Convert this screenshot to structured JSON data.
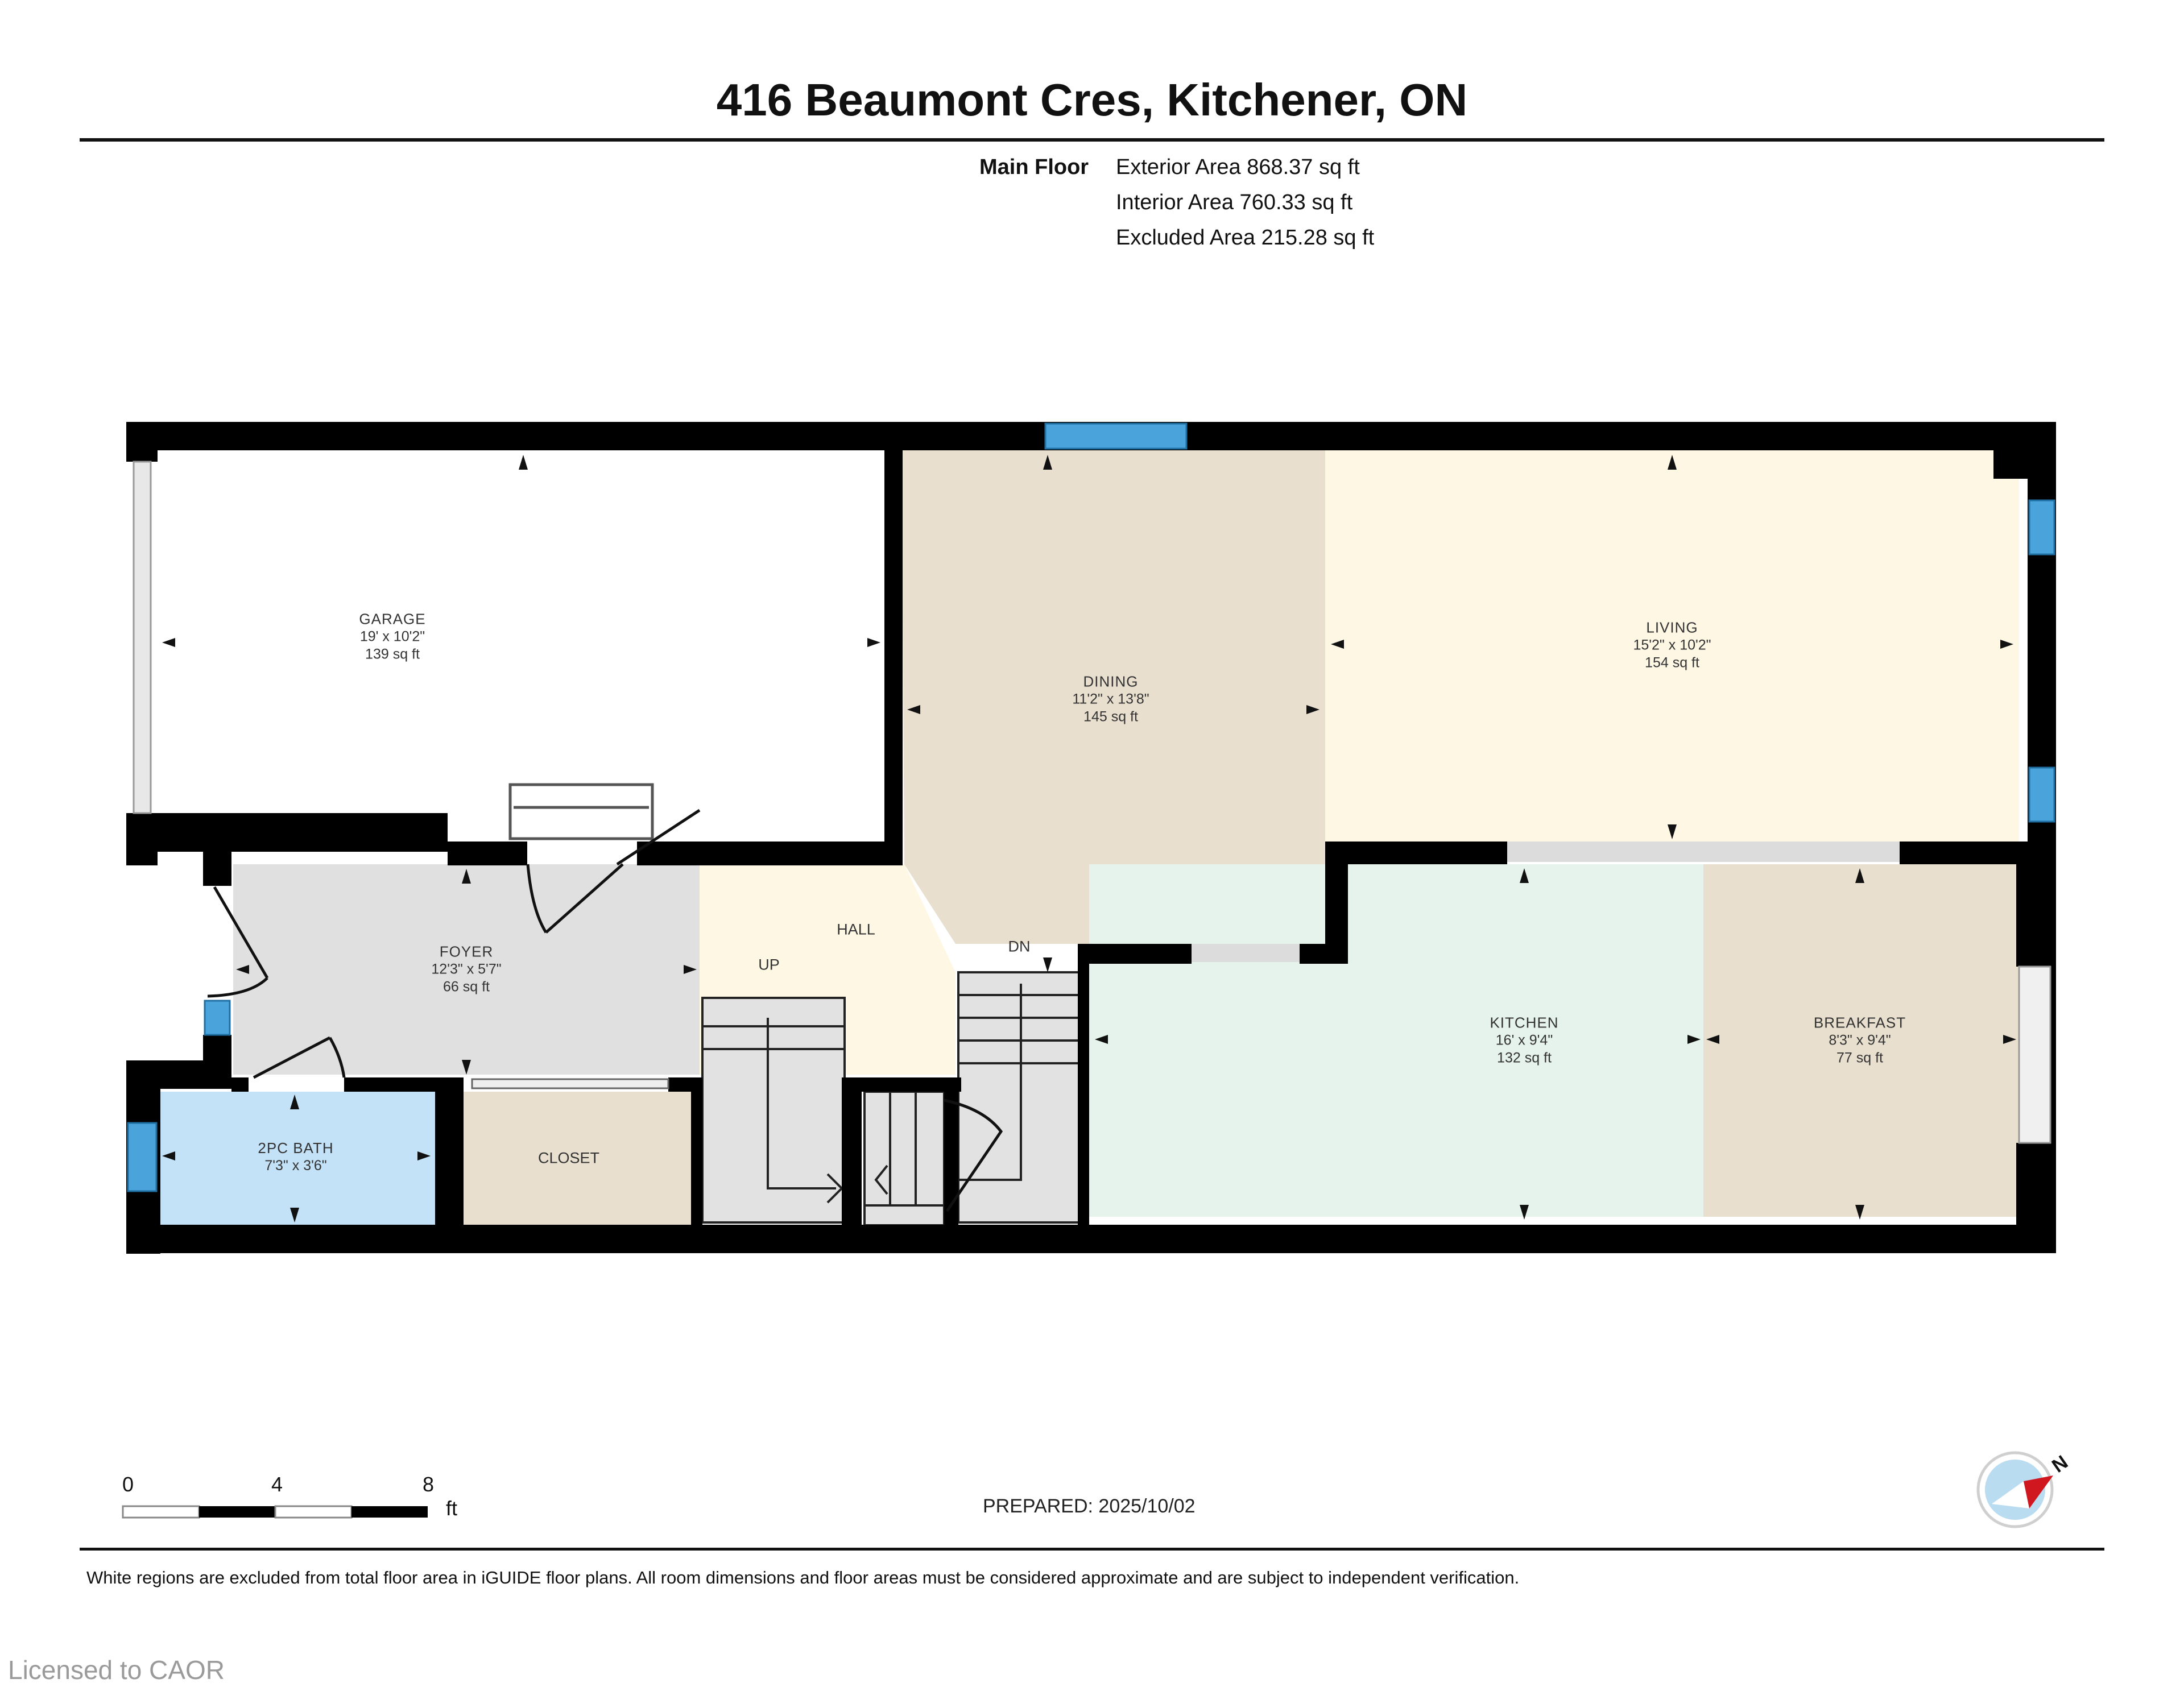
{
  "header": {
    "title": "416 Beaumont Cres, Kitchener, ON"
  },
  "floor_summary": {
    "floor_name": "Main Floor",
    "exterior_area": "Exterior Area 868.37 sq ft",
    "interior_area": "Interior Area 760.33 sq ft",
    "excluded_area": "Excluded Area 215.28 sq ft"
  },
  "rooms": {
    "garage": {
      "name": "GARAGE",
      "dims": "19' x 10'2\"",
      "area": "139 sq ft",
      "color": "#ffffff"
    },
    "dining": {
      "name": "DINING",
      "dims": "11'2\" x 13'8\"",
      "area": "145 sq ft",
      "color": "#e8dfcf"
    },
    "living": {
      "name": "LIVING",
      "dims": "15'2\" x 10'2\"",
      "area": "154 sq ft",
      "color": "#fdf7e4"
    },
    "foyer": {
      "name": "FOYER",
      "dims": "12'3\" x 5'7\"",
      "area": "66 sq ft",
      "color": "#e0e0e0"
    },
    "hall": {
      "name": "HALL",
      "color": "#fdf7e4"
    },
    "kitchen": {
      "name": "KITCHEN",
      "dims": "16' x 9'4\"",
      "area": "132 sq ft",
      "color": "#e6f3ec"
    },
    "breakfast": {
      "name": "BREAKFAST",
      "dims": "8'3\" x 9'4\"",
      "area": "77 sq ft",
      "color": "#e8dfcf"
    },
    "bath": {
      "name": "2PC BATH",
      "dims": "7'3\" x 3'6\"",
      "color": "#c3e2f7"
    },
    "closet": {
      "name": "CLOSET",
      "color": "#e8dfcf"
    }
  },
  "stairs": {
    "up_label": "UP",
    "down_label": "DN"
  },
  "scale_bar": {
    "ticks": [
      "0",
      "4",
      "8"
    ],
    "unit": "ft"
  },
  "compass": {
    "label": "N"
  },
  "footer": {
    "prepared": "PREPARED: 2025/10/02",
    "disclaimer": "White regions are excluded from total floor area in iGUIDE floor plans. All room dimensions and floor areas must be considered approximate and are subject to independent verification.",
    "licensed": "Licensed to CAOR"
  },
  "colors": {
    "wall": "#000000",
    "window": "#4aa3da",
    "opening": "#dcdcdc",
    "stair_fill": "#e2e2e2"
  }
}
